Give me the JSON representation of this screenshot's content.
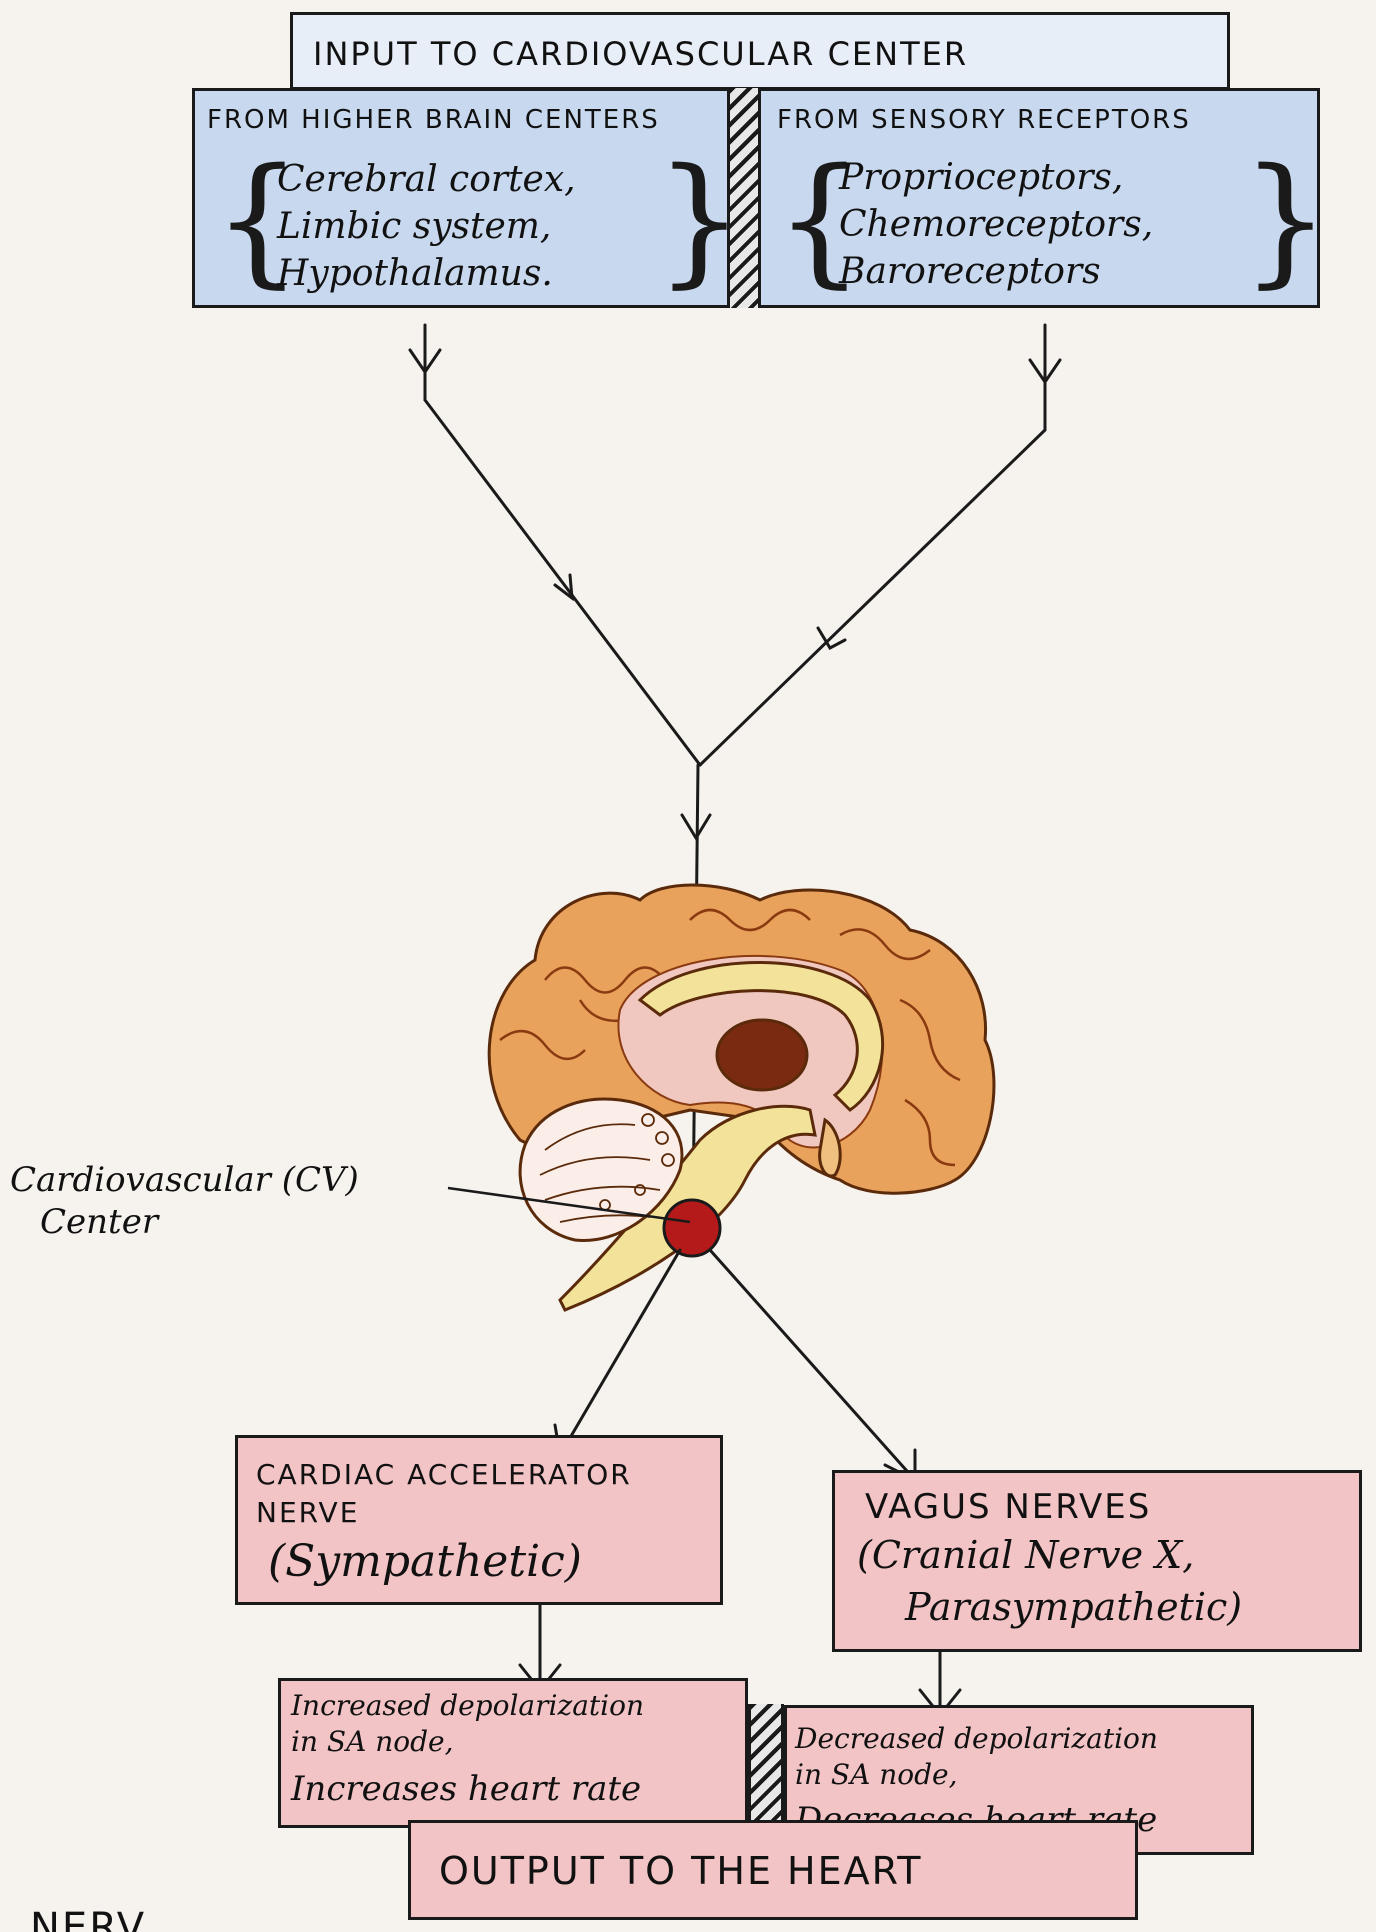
{
  "colors": {
    "input_fill": "#c8d8ee",
    "output_fill": "#f2c4c6",
    "line": "#1a1a1a",
    "cv_center": "#b51a1a",
    "brain_orange": "#e9a25c",
    "brain_yellow": "#f3e39a"
  },
  "header": {
    "title": "INPUT TO CARDIOVASCULAR CENTER"
  },
  "inputs": {
    "left": {
      "heading": "FROM HIGHER BRAIN CENTERS",
      "items": [
        "Cerebral cortex,",
        "Limbic system,",
        "Hypothalamus."
      ]
    },
    "right": {
      "heading": "FROM SENSORY RECEPTORS",
      "items": [
        "Proprioceptors,",
        "Chemoreceptors,",
        "Baroreceptors"
      ]
    }
  },
  "center": {
    "label_line1": "Cardiovascular (CV)",
    "label_line2": "Center"
  },
  "nerves": {
    "left": {
      "line1": "CARDIAC ACCELERATOR",
      "line2": "NERVE",
      "line3": "(Sympathetic)"
    },
    "right": {
      "line1": "VAGUS NERVES",
      "line2": "(Cranial Nerve X,",
      "line3": "Parasympathetic)"
    }
  },
  "effects": {
    "left": {
      "line1": "Increased depolarization",
      "line2": "in SA node,",
      "line3": "Increases heart rate"
    },
    "right": {
      "line1": "Decreased depolarization",
      "line2": "in SA node,",
      "line3": "Decreases heart rate"
    }
  },
  "footer": {
    "title": "OUTPUT TO THE HEART",
    "cut_text": "NERV"
  }
}
